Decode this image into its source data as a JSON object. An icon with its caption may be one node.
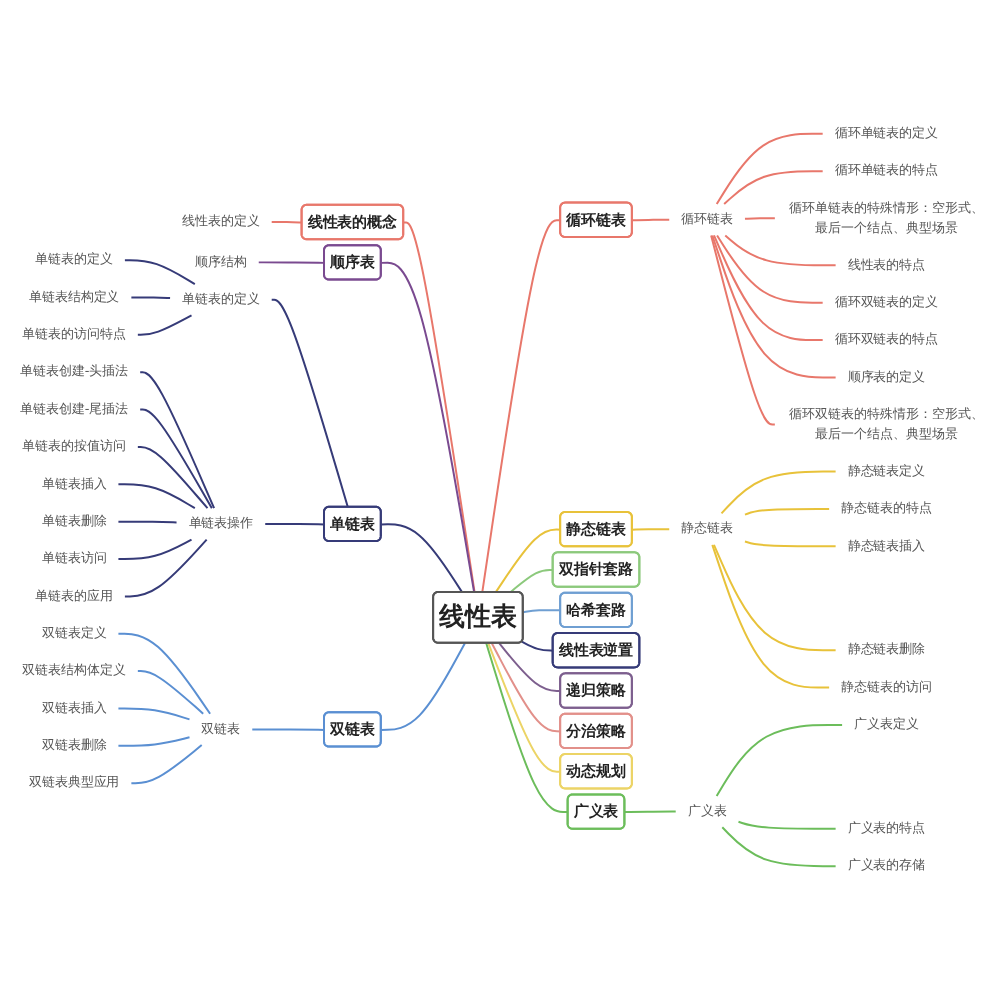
{
  "diagram": {
    "nodes": [
      {
        "text": [
          "线性表"
        ]
      },
      {
        "text": [
          "循环链表"
        ]
      },
      {
        "text": [
          "循环链表"
        ]
      },
      {
        "text": [
          "循环单链表的定义"
        ]
      },
      {
        "text": [
          "循环单链表的特点"
        ]
      },
      {
        "text": [
          "循环单链表的特殊情形：空形式、最后一个结点、典型场景"
        ]
      },
      {
        "text": [
          "线性表的特点"
        ]
      },
      {
        "text": [
          "循环双链表的定义"
        ]
      },
      {
        "text": [
          "循环双链表的特点"
        ]
      },
      {
        "text": [
          "顺序表的定义"
        ]
      },
      {
        "text": [
          "循环双链表的特殊情形：空形式、最后一个结点、典型场景"
        ]
      },
      {
        "text": [
          "静态链表"
        ]
      },
      {
        "text": [
          "静态链表"
        ]
      },
      {
        "text": [
          "静态链表定义"
        ]
      },
      {
        "text": [
          "静态链表的特点"
        ]
      },
      {
        "text": [
          "静态链表插入"
        ]
      },
      {
        "text": [
          "静态链表删除"
        ]
      },
      {
        "text": [
          "静态链表的访问"
        ]
      },
      {
        "text": [
          "双指针套路"
        ]
      },
      {
        "text": [
          "哈希套路"
        ]
      },
      {
        "text": [
          "线性表逆置"
        ]
      },
      {
        "text": [
          "递归策略"
        ]
      },
      {
        "text": [
          "分治策略"
        ]
      },
      {
        "text": [
          "动态规划"
        ]
      },
      {
        "text": [
          "广义表"
        ]
      },
      {
        "text": [
          "广义表"
        ]
      },
      {
        "text": [
          "广义表定义"
        ]
      },
      {
        "text": [
          "广义表的特点"
        ]
      },
      {
        "text": [
          "广义表的存储"
        ]
      },
      {
        "text": [
          "线性表的概念"
        ]
      },
      {
        "text": [
          "线性表的定义"
        ]
      },
      {
        "text": [
          "顺序表"
        ]
      },
      {
        "text": [
          "顺序结构"
        ]
      },
      {
        "text": [
          "单链表"
        ]
      },
      {
        "text": [
          "单链表的定义"
        ]
      },
      {
        "text": [
          "单链表的定义"
        ]
      },
      {
        "text": [
          "单链表结构定义"
        ]
      },
      {
        "text": [
          "单链表的访问特点"
        ]
      },
      {
        "text": [
          "单链表操作"
        ]
      },
      {
        "text": [
          "单链表创建-头插法"
        ]
      },
      {
        "text": [
          "单链表创建-尾插法"
        ]
      },
      {
        "text": [
          "单链表的按值访问"
        ]
      },
      {
        "text": [
          "单链表插入"
        ]
      },
      {
        "text": [
          "单链表删除"
        ]
      },
      {
        "text": [
          "单链表访问"
        ]
      },
      {
        "text": [
          "单链表的应用"
        ]
      },
      {
        "text": [
          "双链表"
        ]
      },
      {
        "text": [
          "双链表"
        ]
      },
      {
        "text": [
          "双链表定义"
        ]
      },
      {
        "text": [
          "双链表结构体定义"
        ]
      },
      {
        "text": [
          "双链表插入"
        ]
      },
      {
        "text": [
          "双链表删除"
        ]
      },
      {
        "text": [
          "双链表典型应用"
        ]
      }
    ],
    "edges": [
      {
        "from": 0,
        "to": 1,
        "arrow": "none",
        "color": "#e8776b"
      },
      {
        "from": 1,
        "to": 2,
        "arrow": "none",
        "color": "#e8776b"
      },
      {
        "from": 2,
        "to": 3,
        "arrow": "none",
        "color": "#e8776b"
      },
      {
        "from": 2,
        "to": 4,
        "arrow": "none",
        "color": "#e8776b"
      },
      {
        "from": 2,
        "to": 5,
        "arrow": "none",
        "color": "#e8776b"
      },
      {
        "from": 2,
        "to": 6,
        "arrow": "none",
        "color": "#e8776b"
      },
      {
        "from": 2,
        "to": 7,
        "arrow": "none",
        "color": "#e8776b"
      },
      {
        "from": 2,
        "to": 8,
        "arrow": "none",
        "color": "#e8776b"
      },
      {
        "from": 2,
        "to": 9,
        "arrow": "none",
        "color": "#e8776b"
      },
      {
        "from": 2,
        "to": 10,
        "arrow": "none",
        "color": "#e8776b"
      },
      {
        "from": 0,
        "to": 11,
        "arrow": "none",
        "color": "#e8c23a"
      },
      {
        "from": 11,
        "to": 12,
        "arrow": "none",
        "color": "#e8c23a"
      },
      {
        "from": 12,
        "to": 13,
        "arrow": "none",
        "color": "#e8c23a"
      },
      {
        "from": 12,
        "to": 14,
        "arrow": "none",
        "color": "#e8c23a"
      },
      {
        "from": 12,
        "to": 15,
        "arrow": "none",
        "color": "#e8c23a"
      },
      {
        "from": 12,
        "to": 16,
        "arrow": "none",
        "color": "#e8c23a"
      },
      {
        "from": 12,
        "to": 17,
        "arrow": "none",
        "color": "#e8c23a"
      },
      {
        "from": 0,
        "to": 18,
        "arrow": "none",
        "color": "#8cc97c"
      },
      {
        "from": 0,
        "to": 19,
        "arrow": "none",
        "color": "#6f9fd2"
      },
      {
        "from": 0,
        "to": 20,
        "arrow": "none",
        "color": "#363b78"
      },
      {
        "from": 0,
        "to": 21,
        "arrow": "none",
        "color": "#7d5f8e"
      },
      {
        "from": 0,
        "to": 22,
        "arrow": "none",
        "color": "#e2908a"
      },
      {
        "from": 0,
        "to": 23,
        "arrow": "none",
        "color": "#ecd466"
      },
      {
        "from": 0,
        "to": 24,
        "arrow": "none",
        "color": "#6cbd5b"
      },
      {
        "from": 24,
        "to": 25,
        "arrow": "none",
        "color": "#6cbd5b"
      },
      {
        "from": 25,
        "to": 26,
        "arrow": "none",
        "color": "#6cbd5b"
      },
      {
        "from": 25,
        "to": 27,
        "arrow": "none",
        "color": "#6cbd5b"
      },
      {
        "from": 25,
        "to": 28,
        "arrow": "none",
        "color": "#6cbd5b"
      },
      {
        "from": 30,
        "to": 29,
        "arrow": "none",
        "color": "#e8776b"
      },
      {
        "from": 29,
        "to": 0,
        "arrow": "none",
        "color": "#e8776b"
      },
      {
        "from": 32,
        "to": 31,
        "arrow": "none",
        "color": "#7a4a90"
      },
      {
        "from": 31,
        "to": 0,
        "arrow": "none",
        "color": "#7a4a90"
      },
      {
        "from": 35,
        "to": 34,
        "arrow": "none",
        "color": "#363b78"
      },
      {
        "from": 36,
        "to": 34,
        "arrow": "none",
        "color": "#363b78"
      },
      {
        "from": 37,
        "to": 34,
        "arrow": "none",
        "color": "#363b78"
      },
      {
        "from": 39,
        "to": 38,
        "arrow": "none",
        "color": "#363b78"
      },
      {
        "from": 40,
        "to": 38,
        "arrow": "none",
        "color": "#363b78"
      },
      {
        "from": 41,
        "to": 38,
        "arrow": "none",
        "color": "#363b78"
      },
      {
        "from": 42,
        "to": 38,
        "arrow": "none",
        "color": "#363b78"
      },
      {
        "from": 43,
        "to": 38,
        "arrow": "none",
        "color": "#363b78"
      },
      {
        "from": 44,
        "to": 38,
        "arrow": "none",
        "color": "#363b78"
      },
      {
        "from": 45,
        "to": 38,
        "arrow": "none",
        "color": "#363b78"
      },
      {
        "from": 34,
        "to": 33,
        "arrow": "none",
        "color": "#363b78"
      },
      {
        "from": 38,
        "to": 33,
        "arrow": "none",
        "color": "#363b78"
      },
      {
        "from": 33,
        "to": 0,
        "arrow": "none",
        "color": "#363b78"
      },
      {
        "from": 48,
        "to": 47,
        "arrow": "none",
        "color": "#5a8fd2"
      },
      {
        "from": 49,
        "to": 47,
        "arrow": "none",
        "color": "#5a8fd2"
      },
      {
        "from": 50,
        "to": 47,
        "arrow": "none",
        "color": "#5a8fd2"
      },
      {
        "from": 51,
        "to": 47,
        "arrow": "none",
        "color": "#5a8fd2"
      },
      {
        "from": 52,
        "to": 47,
        "arrow": "none",
        "color": "#5a8fd2"
      },
      {
        "from": 47,
        "to": 46,
        "arrow": "none",
        "color": "#5a8fd2"
      },
      {
        "from": 46,
        "to": 0,
        "arrow": "none",
        "color": "#5a8fd2"
      }
    ]
  }
}
